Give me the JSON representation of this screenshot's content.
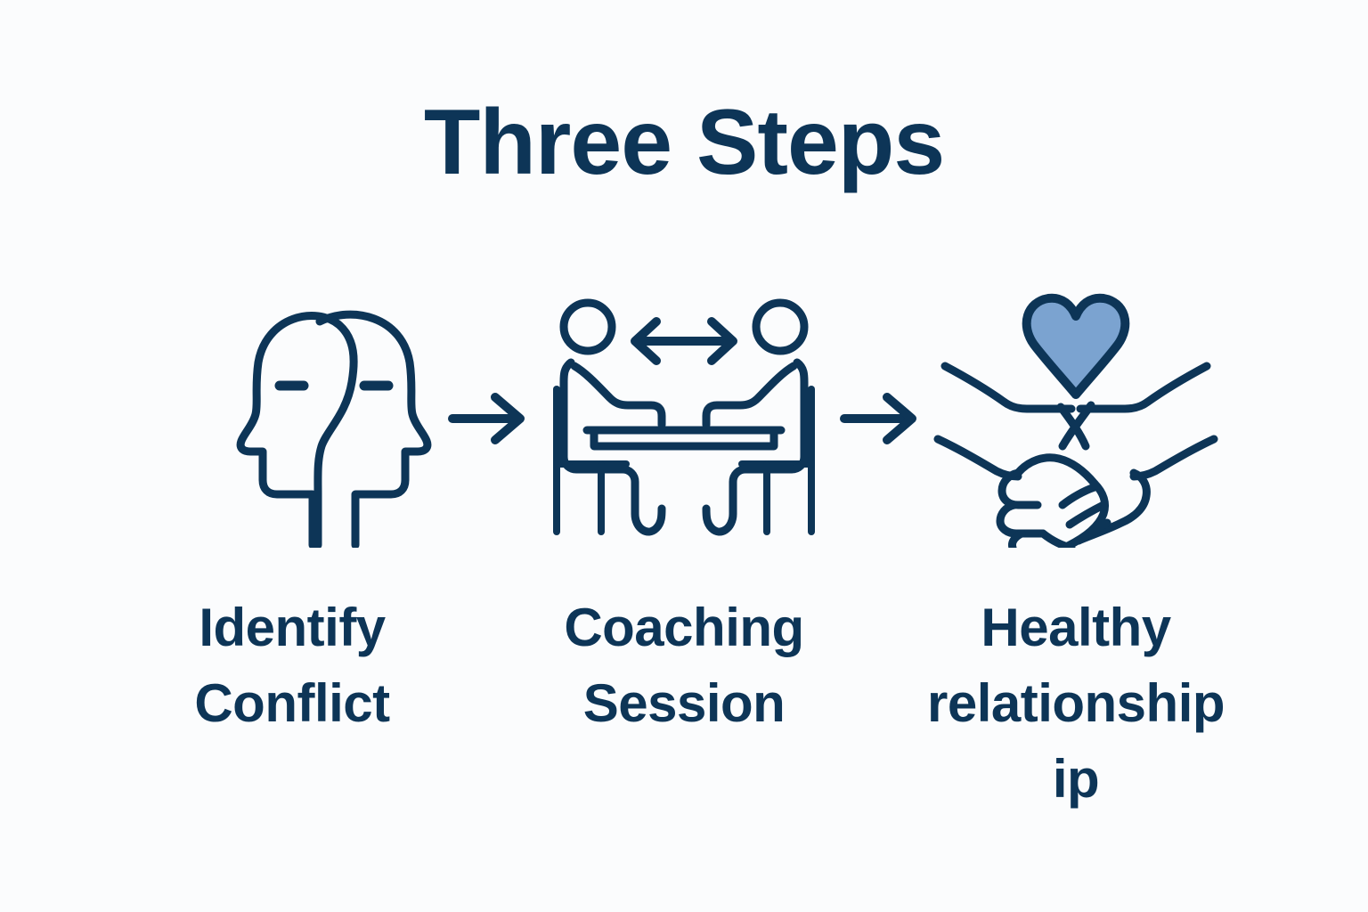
{
  "page": {
    "title": "Three Steps",
    "background_color": "#fbfcfd",
    "ink_color": "#0d3557",
    "accent_color": "#7ba3d0"
  },
  "steps": [
    {
      "index": "1",
      "icon": "two-heads-icon",
      "label": "Identify\nConflict",
      "label_line1": "Identify",
      "label_line2": "Conflict"
    },
    {
      "index": "2",
      "icon": "coaching-session-icon",
      "label": "Coaching\nSession",
      "label_line1": "Coaching",
      "label_line2": "Session"
    },
    {
      "index": "3",
      "icon": "handshake-heart-icon",
      "label": "Healthy\nrelationship ip",
      "label_line1": "Healthy",
      "label_line2": "relationship ip"
    }
  ],
  "connectors": [
    {
      "icon": "arrow-right-icon"
    },
    {
      "icon": "arrow-right-icon"
    }
  ]
}
